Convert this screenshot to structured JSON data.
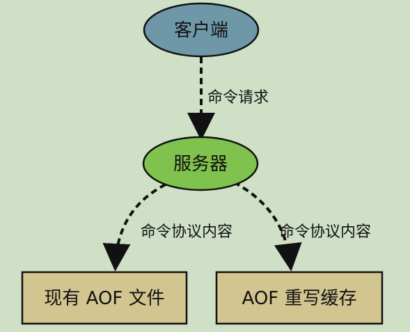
{
  "diagram": {
    "nodes": {
      "client": {
        "label": "客户端",
        "fill": "#6e98a8"
      },
      "server": {
        "label": "服务器",
        "fill": "#7fc24e"
      },
      "existing_aof": {
        "label": "现有 AOF 文件",
        "fill": "#d2c590"
      },
      "aof_rewrite_buffer": {
        "label": "AOF 重写缓存",
        "fill": "#d2c590"
      }
    },
    "edges": {
      "client_to_server": {
        "label": "命令请求"
      },
      "server_to_existing_aof": {
        "label": "命令协议内容"
      },
      "server_to_rewrite_buffer": {
        "label": "命令协议内容"
      }
    },
    "colors": {
      "background": "#cfe0c6",
      "stroke": "#111111"
    }
  }
}
